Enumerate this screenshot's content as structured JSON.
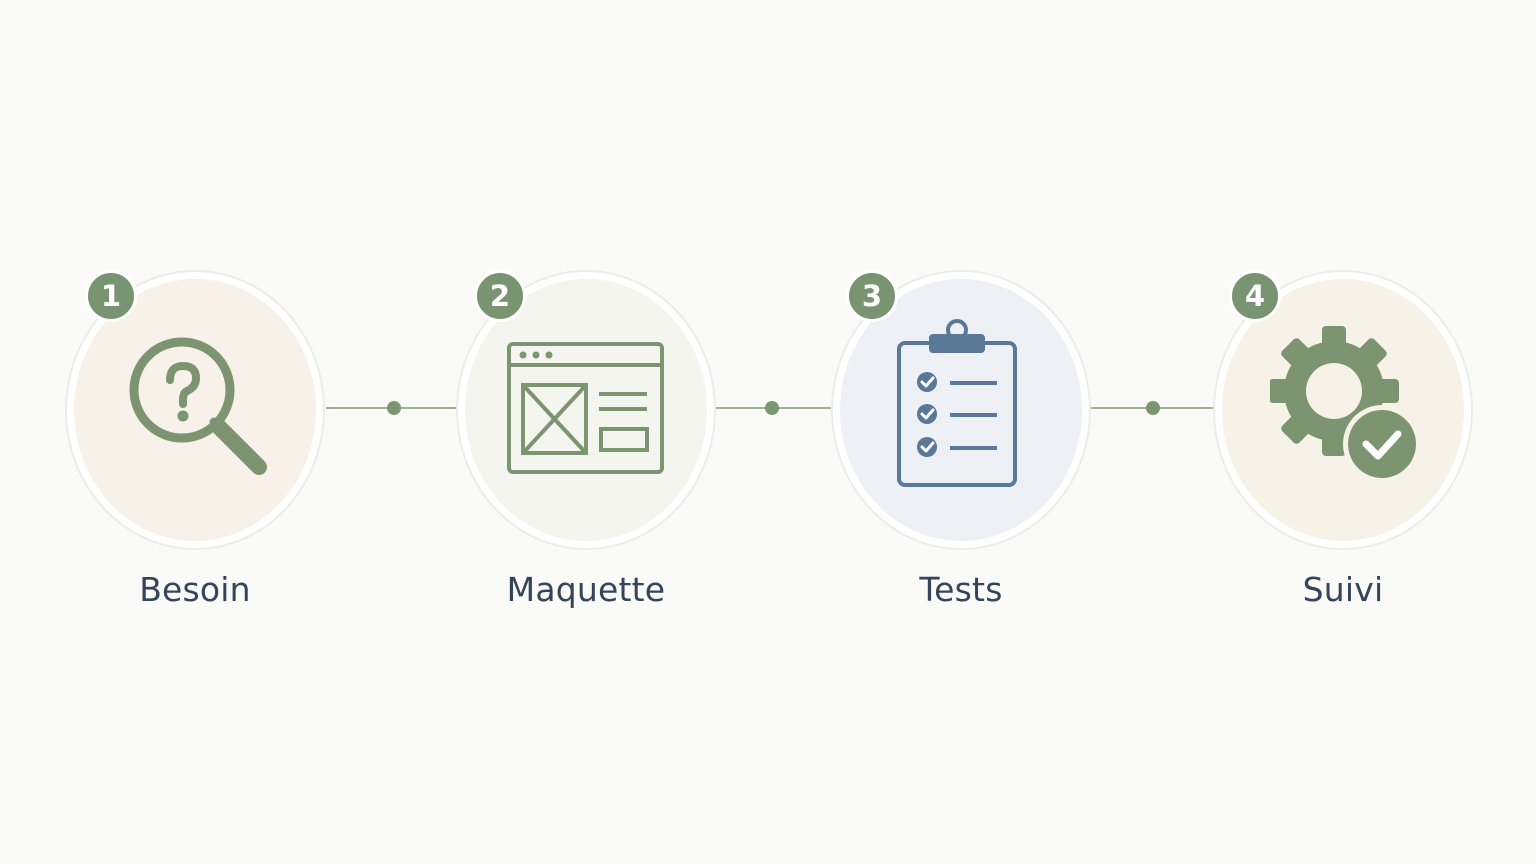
{
  "colors": {
    "background": "#fafaf8",
    "accent_green": "#799470",
    "icon_green": "#7c9570",
    "icon_blue": "#5a7898",
    "label_text": "#34445a",
    "connector": "#9fb292"
  },
  "steps": [
    {
      "number": "1",
      "label": "Besoin",
      "icon": "magnifier-question-icon",
      "fill": "#f8f1ea"
    },
    {
      "number": "2",
      "label": "Maquette",
      "icon": "wireframe-window-icon",
      "fill": "#f3f5ee"
    },
    {
      "number": "3",
      "label": "Tests",
      "icon": "clipboard-checklist-icon",
      "fill": "#edf0f4"
    },
    {
      "number": "4",
      "label": "Suivi",
      "icon": "gear-check-icon",
      "fill": "#f6f2e8"
    }
  ]
}
